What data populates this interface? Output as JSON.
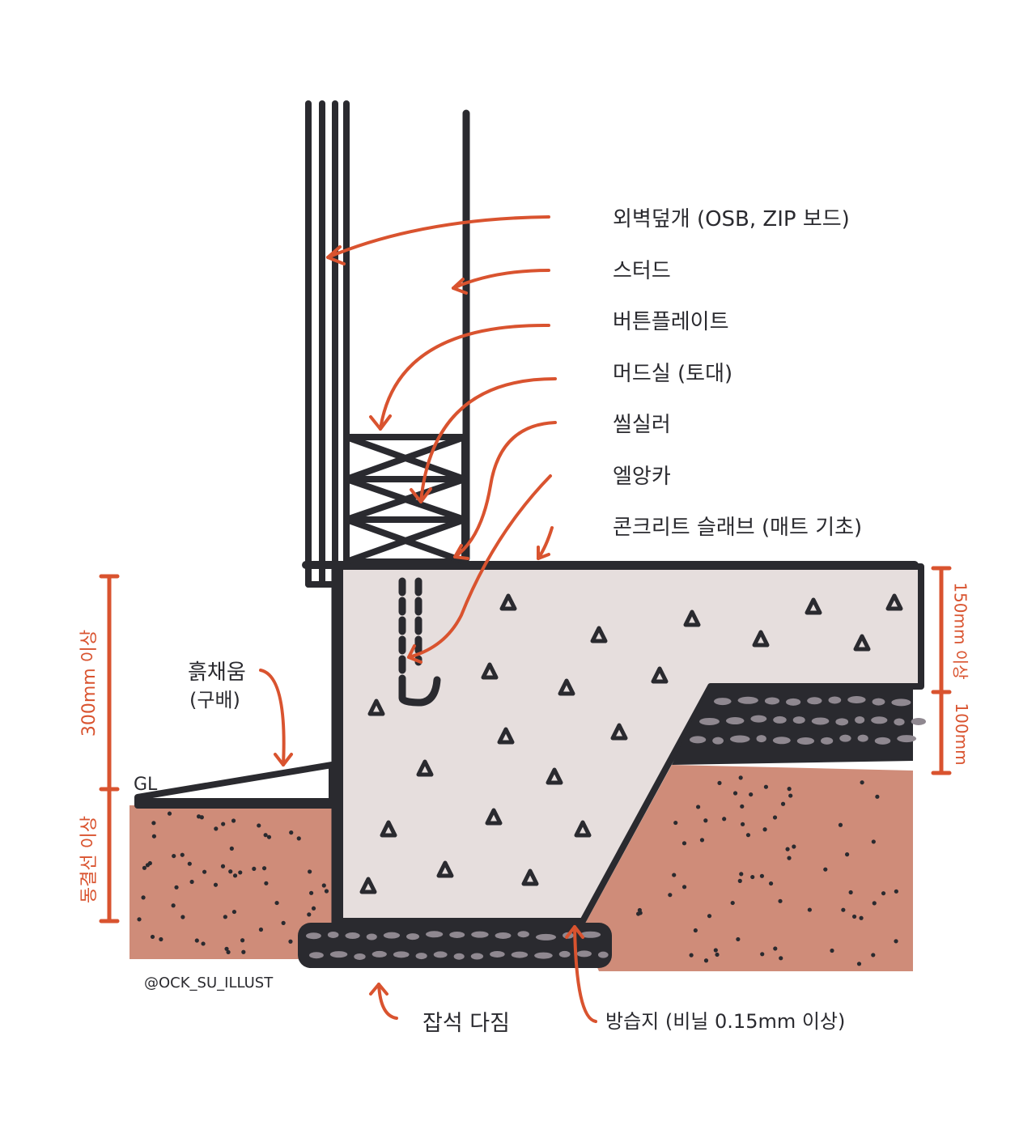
{
  "labels": {
    "exterior_sheathing": "외벽덮개 (OSB, ZIP 보드)",
    "stud": "스터드",
    "bottom_plate": "버튼플레이트",
    "mudsill": "머드실 (토대)",
    "sill_sealer": "씰실러",
    "anchor": "엘앙카",
    "slab": "콘크리트 슬래브 (매트 기초)",
    "backfill_line1": "흙채움",
    "backfill_line2": "(구배)",
    "grade_level": "GL",
    "gravel": "잡석 다짐",
    "vapor_barrier": "방습지 (비닐 0.15mm 이상)",
    "credit": "@OCK_SU_ILLUST"
  },
  "dimensions": {
    "above_grade": "300mm 이상",
    "frost_line": "동결선 이상",
    "slab_thickness": "150mm 이상",
    "gravel_thickness": "100mm"
  },
  "colors": {
    "line": "#2a2a2f",
    "accent": "#d9532f",
    "concrete": "#e6dedd",
    "soil": "#cf8c79",
    "stone": "#8f8890"
  }
}
